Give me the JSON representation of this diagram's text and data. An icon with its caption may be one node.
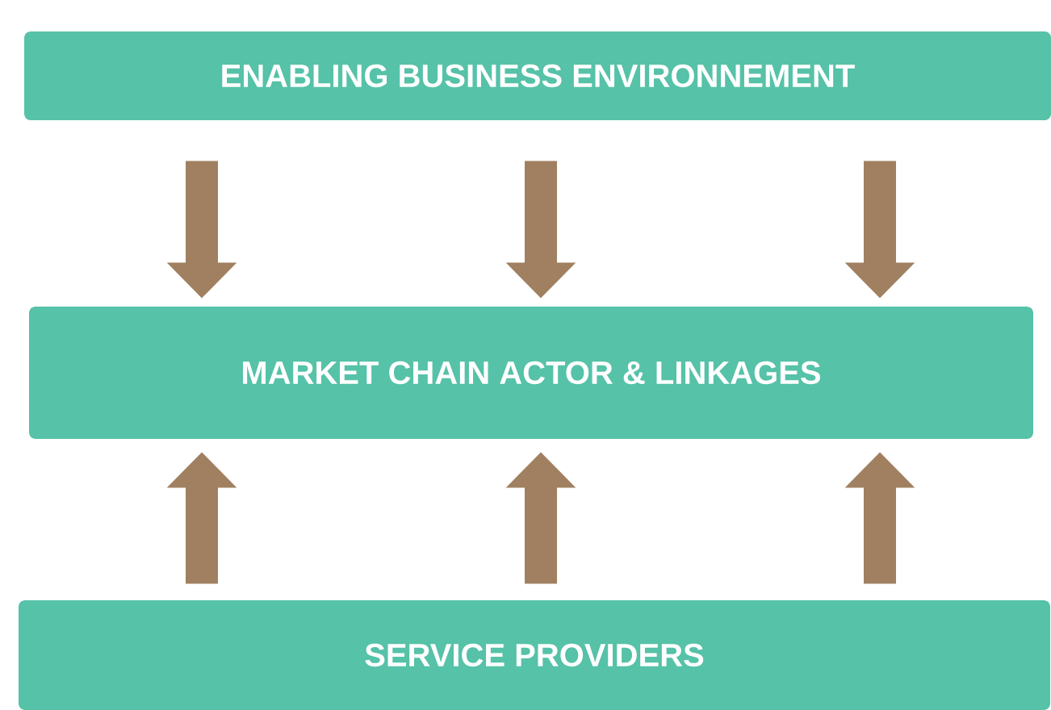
{
  "diagram": {
    "nodes": [
      {
        "text": [
          "ENABLING BUSINESS ENVIRONNEMENT"
        ]
      },
      {
        "text": [
          "MARKET CHAIN ACTOR & LINKAGES"
        ]
      },
      {
        "text": [
          "SERVICE PROVIDERS"
        ]
      }
    ],
    "edges": [
      {
        "from": 0,
        "to": 1,
        "arrow": "to"
      },
      {
        "from": 0,
        "to": 1,
        "arrow": "to"
      },
      {
        "from": 0,
        "to": 1,
        "arrow": "to"
      },
      {
        "from": 2,
        "to": 1,
        "arrow": "to"
      },
      {
        "from": 2,
        "to": 1,
        "arrow": "to"
      },
      {
        "from": 2,
        "to": 1,
        "arrow": "to"
      }
    ]
  }
}
